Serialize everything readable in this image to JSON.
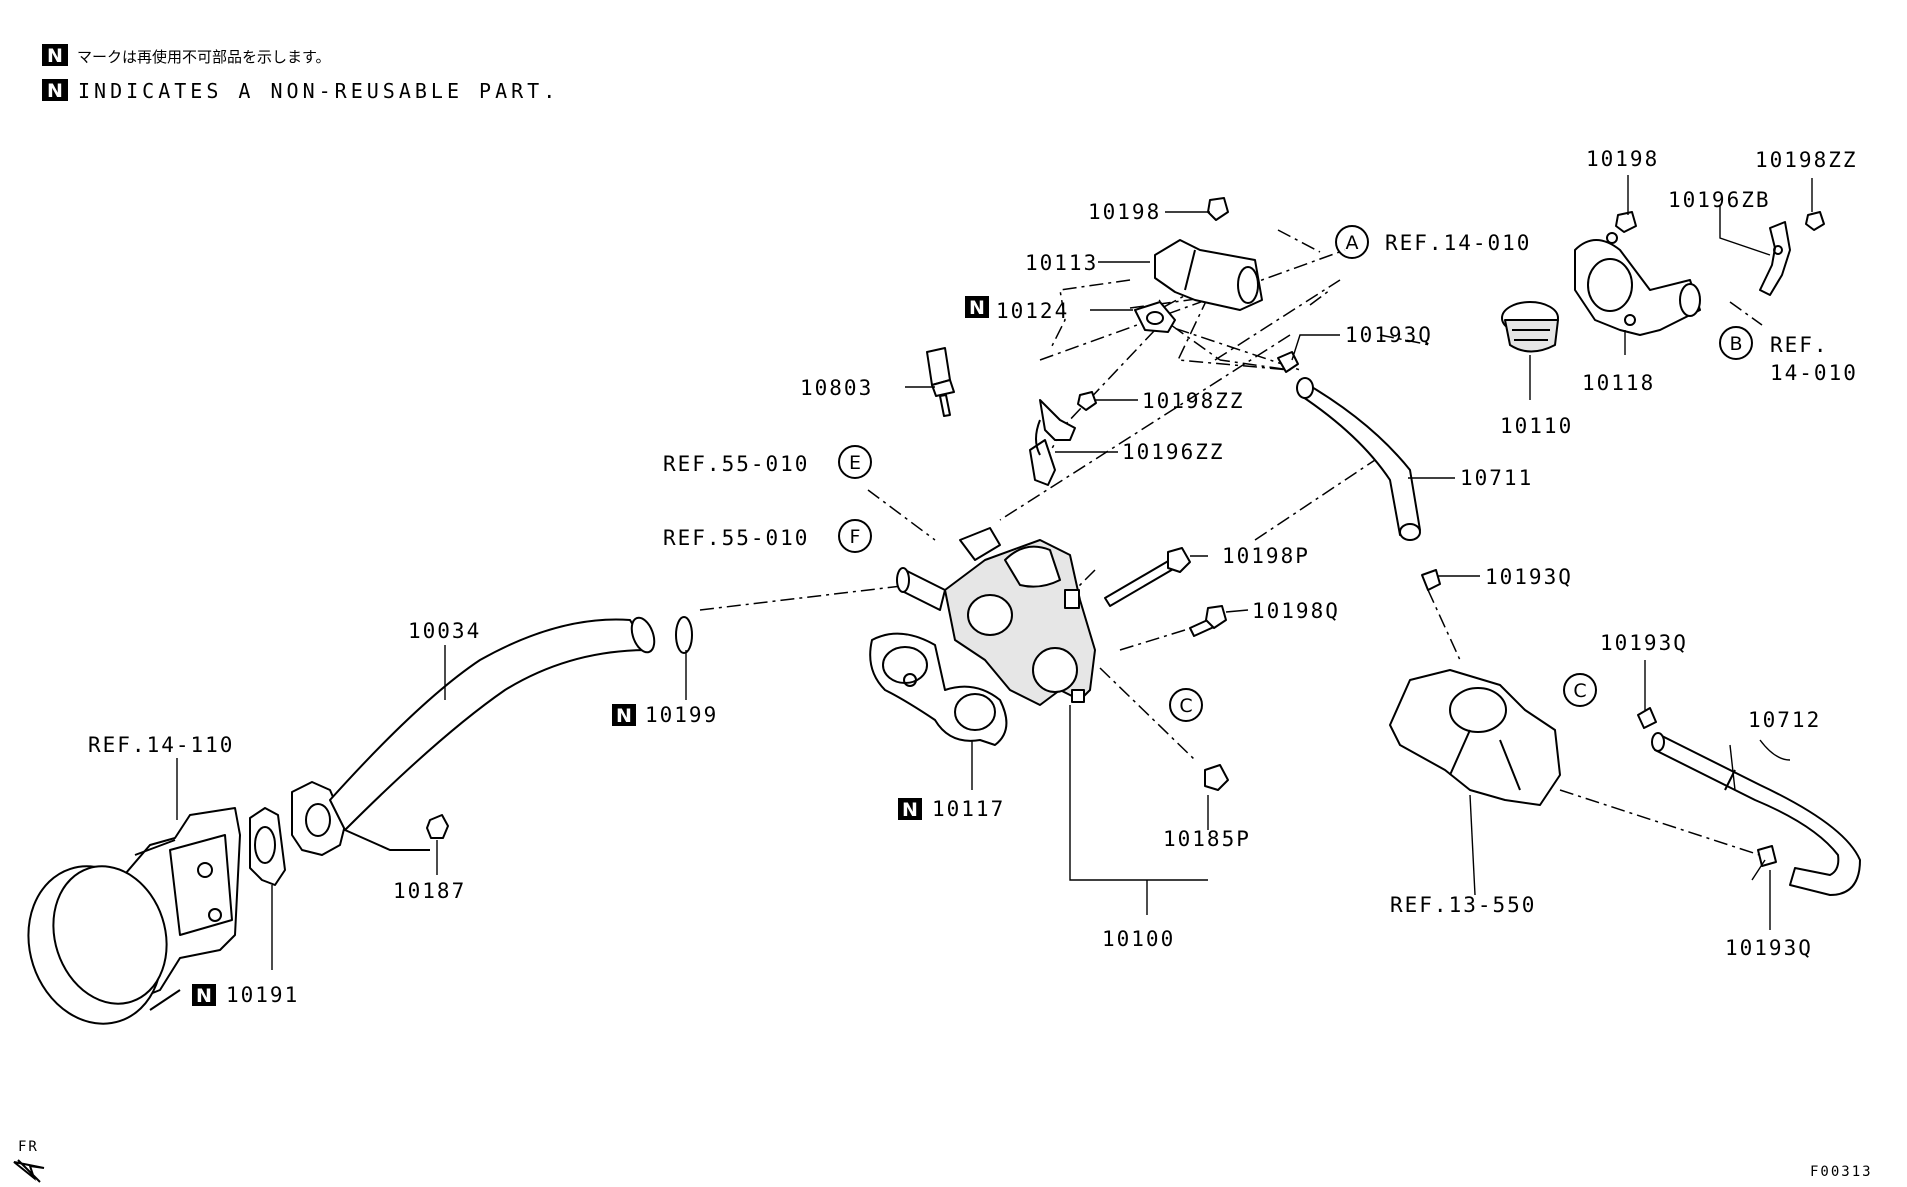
{
  "legend": {
    "badge": "N",
    "note_jp": "マークは再使用不可部品を示します。",
    "note_en": "INDICATES A NON-REUSABLE PART."
  },
  "parts": {
    "p10198_top": "10198",
    "p10113": "10113",
    "p10124": "10124",
    "p10803": "10803",
    "p10198zz_mid": "10198ZZ",
    "p10196zz": "10196ZZ",
    "p10193q_a": "10193Q",
    "p10711": "10711",
    "p10198p": "10198P",
    "p10193q_b": "10193Q",
    "p10198q": "10198Q",
    "p10034": "10034",
    "p10199": "10199",
    "p10117": "10117",
    "p10185p": "10185P",
    "p10100": "10100",
    "p10187": "10187",
    "p10191": "10191",
    "p10198_right": "10198",
    "p10198zz_right": "10198ZZ",
    "p10196zb": "10196ZB",
    "p10118": "10118",
    "p10110": "10110",
    "p10193q_c": "10193Q",
    "p10712": "10712",
    "p10193q_d": "10193Q"
  },
  "refs": {
    "ref_a": "REF.14-010",
    "ref_b_line1": "REF.",
    "ref_b_line2": "14-010",
    "ref_e": "REF.55-010",
    "ref_f": "REF.55-010",
    "ref_14110": "REF.14-110",
    "ref_13550": "REF.13-550"
  },
  "callouts": {
    "a": "A",
    "b": "B",
    "c1": "C",
    "c2": "C",
    "e": "E",
    "f": "F"
  },
  "footer": {
    "fr": "FR",
    "code": "F00313"
  }
}
